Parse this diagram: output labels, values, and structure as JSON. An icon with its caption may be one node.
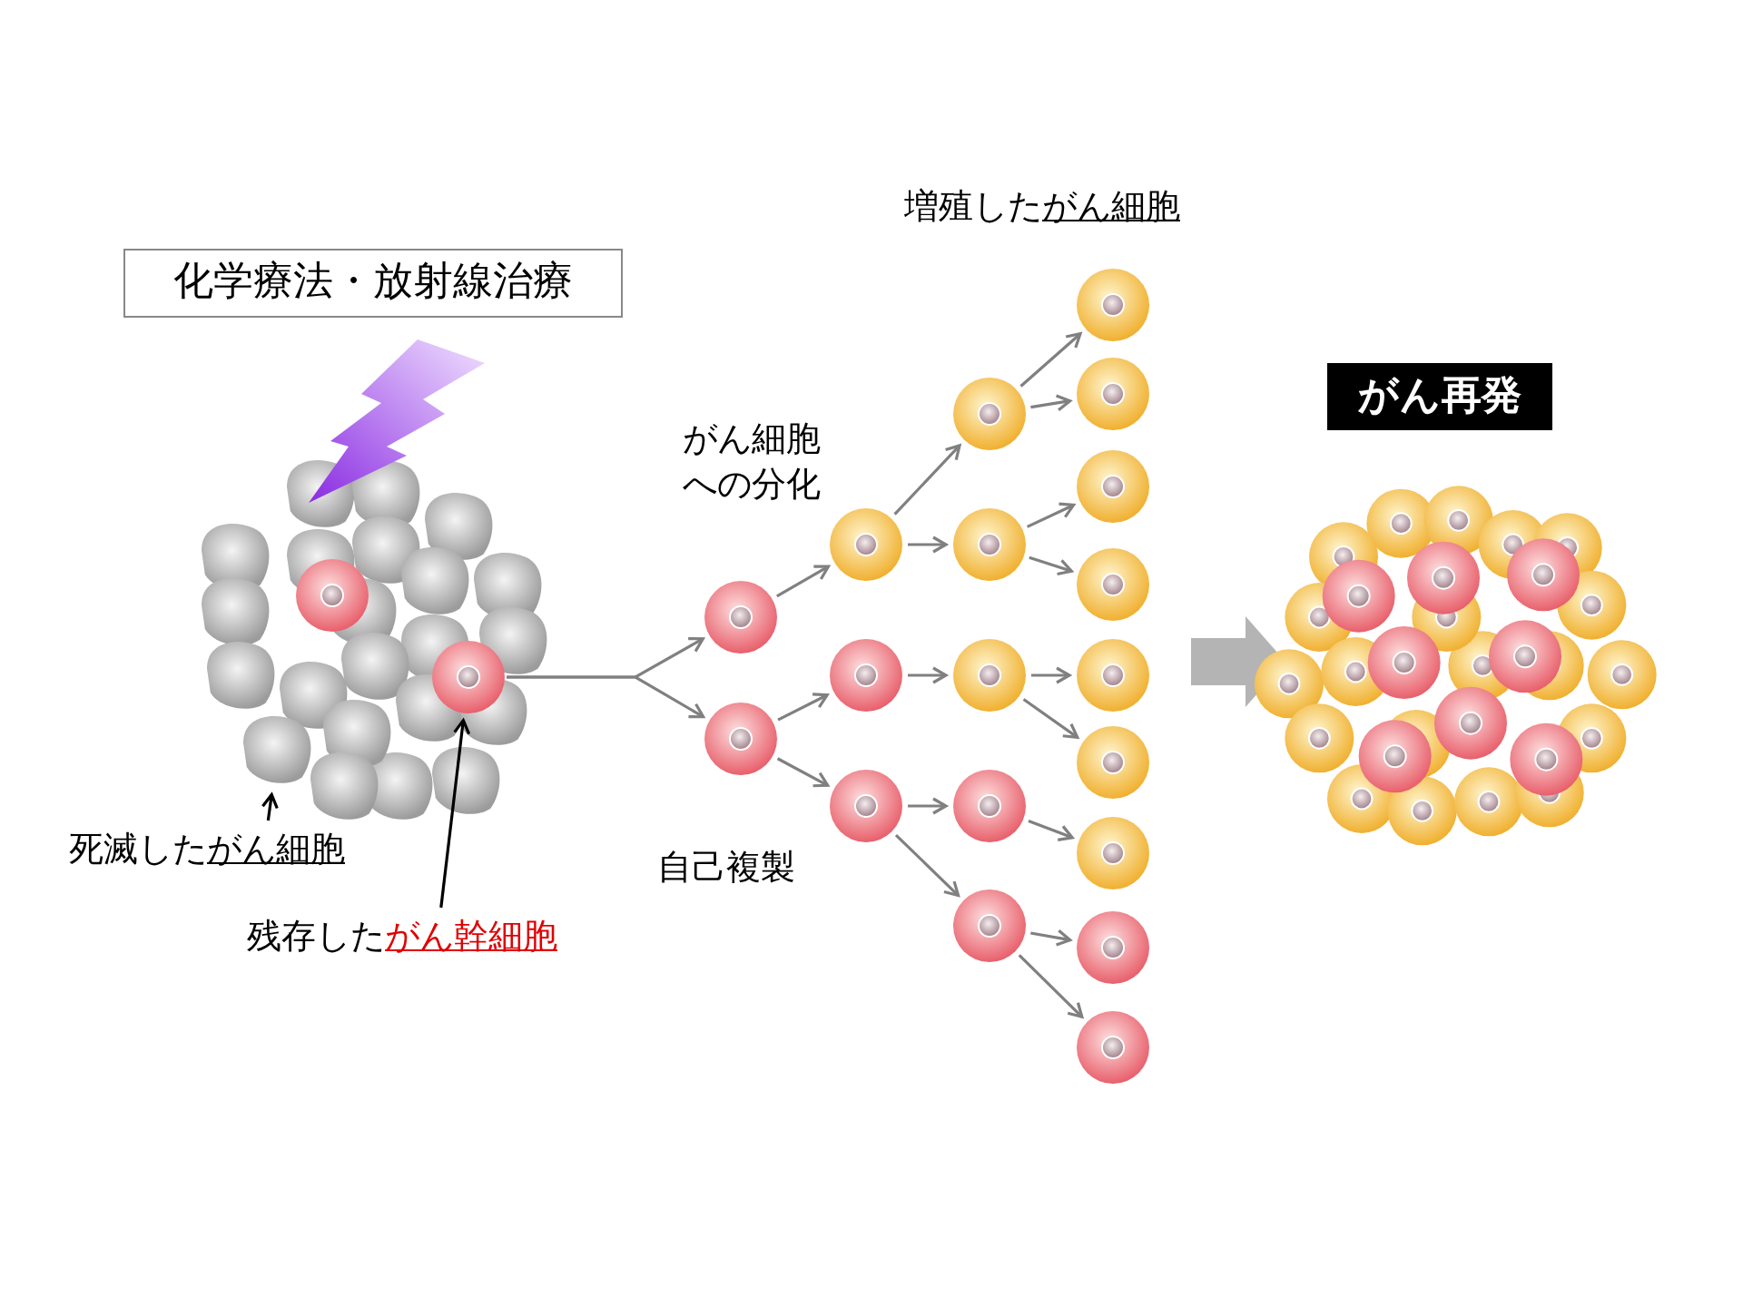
{
  "diagram": {
    "nodes": [
      {
        "text": [
          "化学療法・放射線治療"
        ]
      },
      {
        "text": [
          "死滅した",
          "がん細胞"
        ]
      },
      {
        "text": [],
        "shape": "picture"
      },
      {
        "text": [
          "残存した",
          "がん幹細胞"
        ]
      },
      {
        "text": [],
        "shape": "circle"
      },
      {
        "text": [],
        "shape": "circle"
      },
      {
        "text": [],
        "shape": "circle"
      },
      {
        "text": [],
        "shape": "circle"
      },
      {
        "text": [],
        "shape": "circle"
      },
      {
        "text": [],
        "shape": "circle"
      },
      {
        "text": [],
        "shape": "circle"
      },
      {
        "text": [],
        "shape": "circle"
      },
      {
        "text": [],
        "shape": "circle"
      },
      {
        "text": [],
        "shape": "circle"
      },
      {
        "text": [],
        "shape": "circle"
      },
      {
        "text": [],
        "shape": "circle"
      },
      {
        "text": [],
        "shape": "circle"
      },
      {
        "text": [],
        "shape": "circle"
      },
      {
        "text": [],
        "shape": "circle"
      },
      {
        "text": [],
        "shape": "circle"
      },
      {
        "text": [],
        "shape": "circle"
      },
      {
        "text": [],
        "shape": "circle"
      },
      {
        "text": [],
        "shape": "circle"
      },
      {
        "text": [],
        "shape": "circle"
      },
      {
        "text": [
          "がん再発"
        ]
      },
      {
        "text": [],
        "shape": "picture"
      }
    ],
    "edges": [
      {
        "from": 1,
        "to": 2,
        "arrow": "to",
        "color": "#000000"
      },
      {
        "from": 3,
        "to": 4,
        "arrow": "to",
        "color": "#000000"
      },
      {
        "from": 4,
        "to": 5,
        "arrow": "to"
      },
      {
        "from": 4,
        "to": 6,
        "arrow": "to"
      },
      {
        "from": 5,
        "to": 7,
        "arrow": "to"
      },
      {
        "from": 6,
        "to": 8,
        "arrow": "to"
      },
      {
        "from": 6,
        "to": 9,
        "arrow": "to"
      },
      {
        "from": 7,
        "to": 10,
        "arrow": "to"
      },
      {
        "from": 7,
        "to": 11,
        "arrow": "to"
      },
      {
        "from": 8,
        "to": 12,
        "arrow": "to"
      },
      {
        "from": 9,
        "to": 13,
        "arrow": "to"
      },
      {
        "from": 9,
        "to": 14,
        "arrow": "to"
      },
      {
        "from": 10,
        "to": 15,
        "arrow": "to"
      },
      {
        "from": 10,
        "to": 16,
        "arrow": "to"
      },
      {
        "from": 11,
        "to": 17,
        "arrow": "to"
      },
      {
        "from": 11,
        "to": 18,
        "arrow": "to"
      },
      {
        "from": 12,
        "to": 19,
        "arrow": "to"
      },
      {
        "from": 12,
        "to": 20,
        "arrow": "to"
      },
      {
        "from": 13,
        "to": 21,
        "arrow": "to"
      },
      {
        "from": 14,
        "to": 22,
        "arrow": "to"
      },
      {
        "from": 14,
        "to": 23,
        "arrow": "to"
      },
      {
        "from": null,
        "to": 25,
        "arrow": "to",
        "style": "thick",
        "color": "#b4b4b4"
      }
    ],
    "labels": [
      "増殖した",
      "がん細胞",
      "がん細胞への分化",
      "自己複製"
    ]
  }
}
